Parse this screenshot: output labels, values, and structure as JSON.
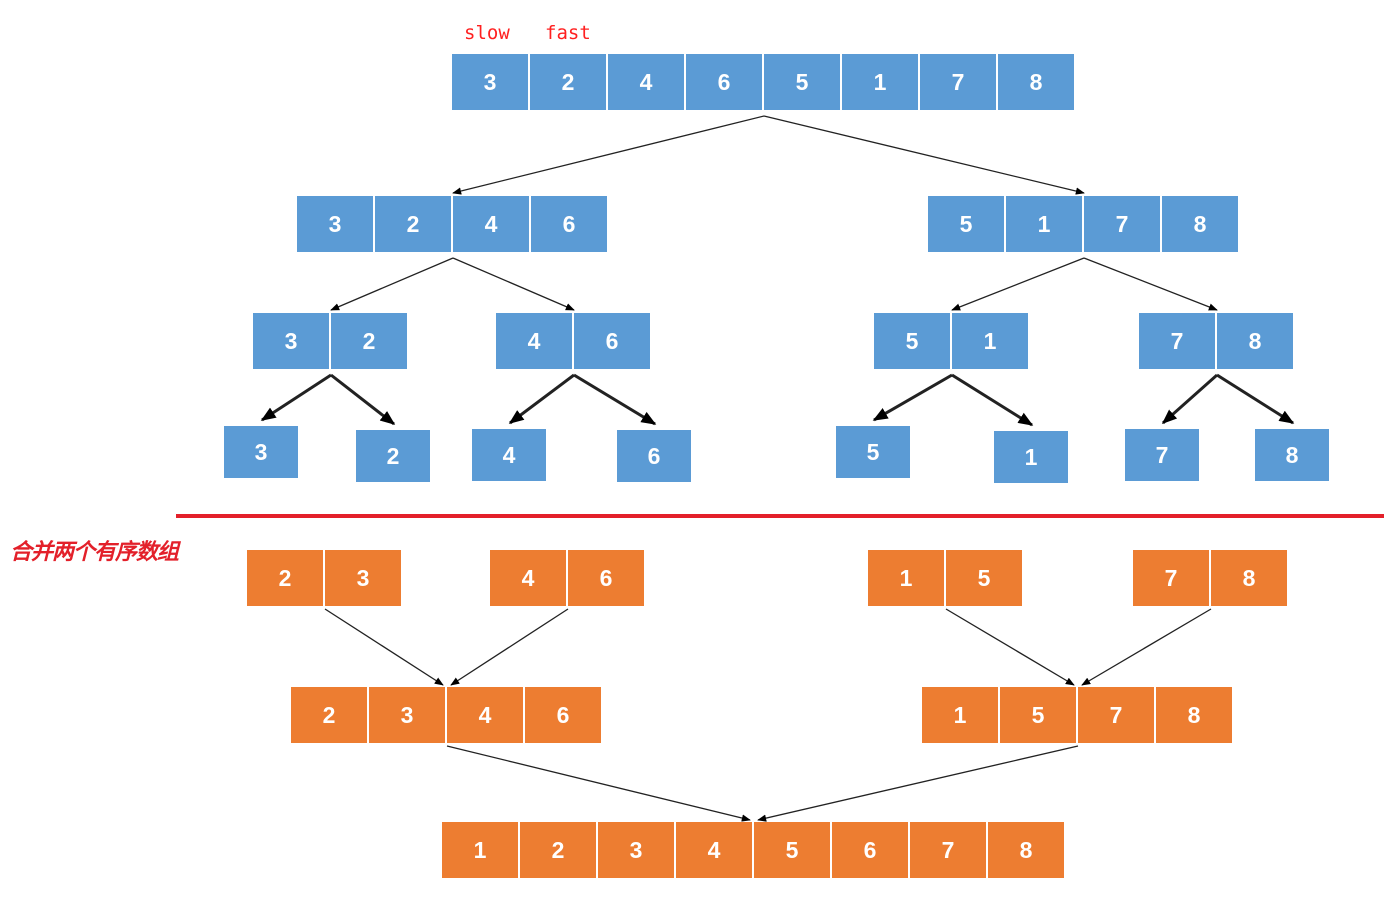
{
  "pointers": {
    "slow": "slow",
    "fast": "fast"
  },
  "caption": "合并两个有序数组",
  "colors": {
    "split": "#5b9bd5",
    "merge": "#ed7d31",
    "divider": "#e3202a",
    "pointer": "#ff2020"
  },
  "split": {
    "level0": [
      [
        3,
        2,
        4,
        6,
        5,
        1,
        7,
        8
      ]
    ],
    "level1": [
      [
        3,
        2,
        4,
        6
      ],
      [
        5,
        1,
        7,
        8
      ]
    ],
    "level2": [
      [
        3,
        2
      ],
      [
        4,
        6
      ],
      [
        5,
        1
      ],
      [
        7,
        8
      ]
    ],
    "level3": [
      [
        3
      ],
      [
        2
      ],
      [
        4
      ],
      [
        6
      ],
      [
        5
      ],
      [
        1
      ],
      [
        7
      ],
      [
        8
      ]
    ]
  },
  "merge": {
    "level0": [
      [
        2,
        3
      ],
      [
        4,
        6
      ],
      [
        1,
        5
      ],
      [
        7,
        8
      ]
    ],
    "level1": [
      [
        2,
        3,
        4,
        6
      ],
      [
        1,
        5,
        7,
        8
      ]
    ],
    "level2": [
      [
        1,
        2,
        3,
        4,
        5,
        6,
        7,
        8
      ]
    ]
  }
}
